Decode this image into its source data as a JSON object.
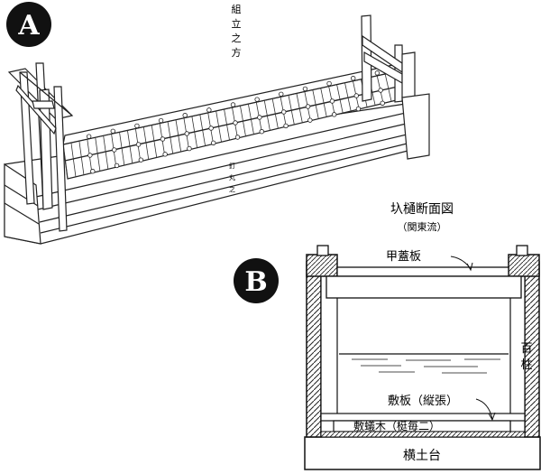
{
  "figure_a": {
    "badge": "A",
    "vertical_label": "組立之方",
    "part_labels": [
      "釘",
      "丸",
      "之"
    ]
  },
  "figure_b": {
    "badge": "B",
    "title": "圦樋断面図",
    "subtitle": "（関東流）",
    "labels": {
      "cover_board": "甲蓋板",
      "post": "百柱",
      "floor_board": "敷板（縦張）",
      "sill": "敷蟻木（梃毎二）",
      "base": "横土台"
    }
  }
}
